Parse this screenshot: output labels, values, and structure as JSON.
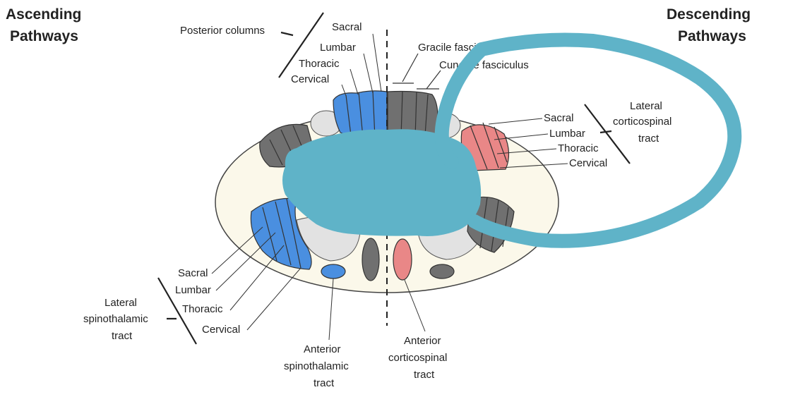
{
  "headers": {
    "ascending_line1": "Ascending",
    "ascending_line2": "Pathways",
    "descending_line1": "Descending",
    "descending_line2": "Pathways"
  },
  "posterior": {
    "group_label": "Posterior columns",
    "sacral": "Sacral",
    "lumbar": "Lumbar",
    "thoracic": "Thoracic",
    "cervical": "Cervical",
    "gracile": "Gracile fasciculus",
    "cuneate": "Cuneate fasciculus"
  },
  "lateral_corticospinal": {
    "line1": "Lateral",
    "line2": "corticospinal",
    "line3": "tract",
    "sacral": "Sacral",
    "lumbar": "Lumbar",
    "thoracic": "Thoracic",
    "cervical": "Cervical"
  },
  "lateral_spinothalamic": {
    "line1": "Lateral",
    "line2": "spinothalamic",
    "line3": "tract",
    "sacral": "Sacral",
    "lumbar": "Lumbar",
    "thoracic": "Thoracic",
    "cervical": "Cervical"
  },
  "anterior_spinothalamic": {
    "line1": "Anterior",
    "line2": "spinothalamic",
    "line3": "tract"
  },
  "anterior_corticospinal": {
    "line1": "Anterior",
    "line2": "corticospinal",
    "line3": "tract"
  },
  "colors": {
    "ascending_tract": "#4a8fe0",
    "descending_tract": "#e98787",
    "other_tract": "#707070",
    "cord_fill": "#fbf8ea",
    "grey_matter": "#e2e2e2",
    "annotation": "#5fb3c8"
  }
}
